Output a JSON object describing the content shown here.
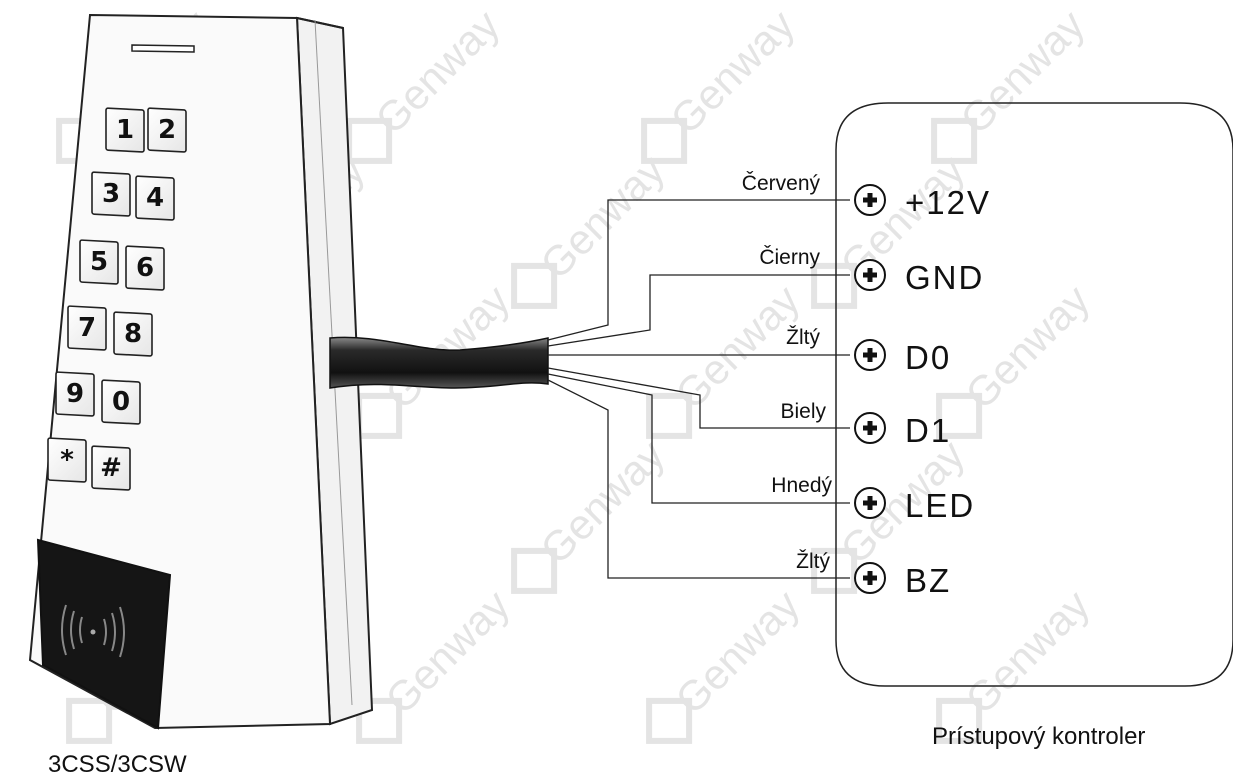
{
  "device": {
    "model_label": "3CSS/3CSW",
    "keys": [
      "1",
      "2",
      "3",
      "4",
      "5",
      "6",
      "7",
      "8",
      "9",
      "0",
      "*",
      "#"
    ]
  },
  "controller": {
    "caption": "Prístupový kontroler",
    "terminals": [
      {
        "label": "+12V",
        "wire": "Červený"
      },
      {
        "label": "GND",
        "wire": "Čierny"
      },
      {
        "label": "D0",
        "wire": "Žltý"
      },
      {
        "label": "D1",
        "wire": "Biely"
      },
      {
        "label": "LED",
        "wire": "Hnedý"
      },
      {
        "label": "BZ",
        "wire": "Žltý"
      }
    ]
  },
  "watermark": {
    "text": "Genway"
  },
  "colors": {
    "line": "#222222",
    "cable": "#2a2a2a",
    "reader": "#111111",
    "watermark": "#e4e4e4"
  }
}
